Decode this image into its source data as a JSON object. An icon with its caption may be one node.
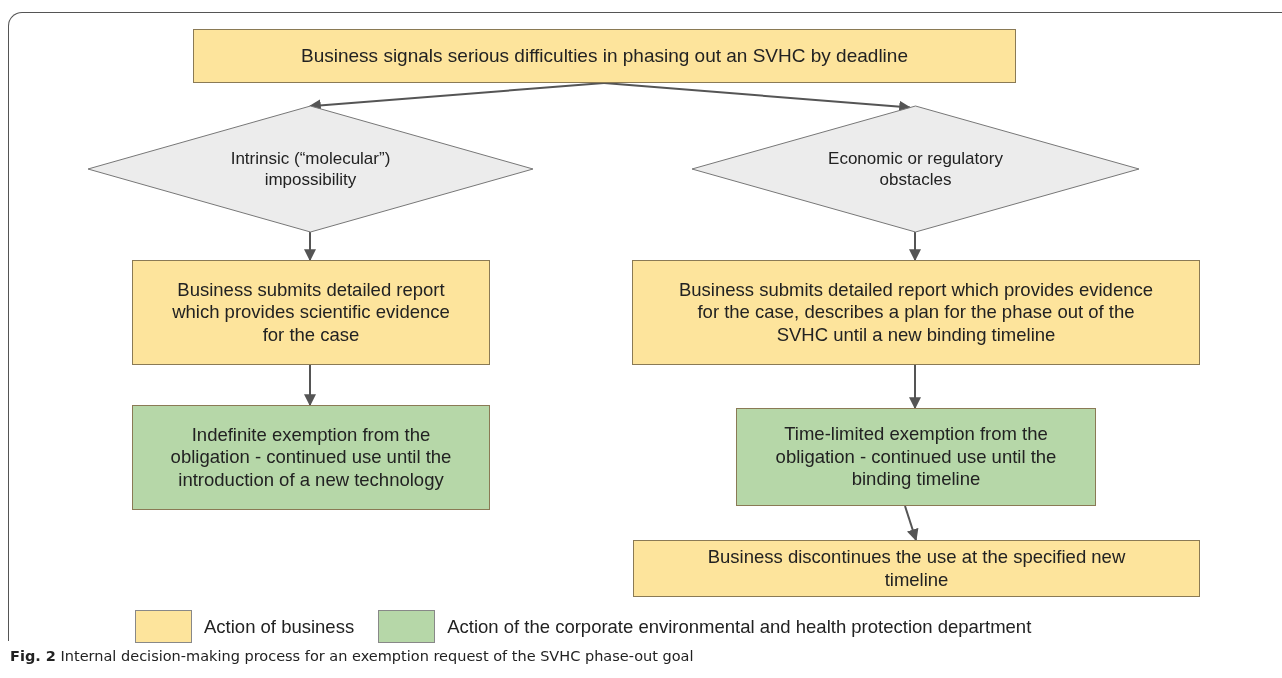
{
  "diagram": {
    "caption": "**Fig. 2** Internal decision-making process for an exemption request of the SVHC phase-out goal",
    "nodes": [
      {
        "text": [
          "Business signals serious difficulties in phasing out an SVHC by deadline"
        ]
      },
      {
        "text": [
          "Intrinsic (“molecular”) impossibility"
        ]
      },
      {
        "text": [
          "Economic or regulatory obstacles"
        ]
      },
      {
        "text": [
          "Business submits detailed report which provides scientific evidence for the case"
        ]
      },
      {
        "text": [
          "Indefinite exemption from the obligation - continued use until the introduction of a new technology"
        ]
      },
      {
        "text": [
          "Business submits detailed report which provides evidence for the case, describes a plan for the phase out of the SVHC until a new binding timeline"
        ]
      },
      {
        "text": [
          "Time-limited exemption from the obligation - continued use until the binding timeline"
        ]
      },
      {
        "text": [
          "Business discontinues the use at the specified new timeline"
        ]
      }
    ],
    "edges": [
      {
        "from": 0,
        "to": 1,
        "arrow": "to"
      },
      {
        "from": 0,
        "to": 2,
        "arrow": "to"
      },
      {
        "from": 1,
        "to": 3,
        "arrow": "to"
      },
      {
        "from": 3,
        "to": 4,
        "arrow": "to"
      },
      {
        "from": 2,
        "to": 5,
        "arrow": "to"
      },
      {
        "from": 5,
        "to": 6,
        "arrow": "to"
      },
      {
        "from": 6,
        "to": 7,
        "arrow": "to"
      }
    ],
    "legend": [
      {
        "text": "Action of business",
        "color": "#fde49c"
      },
      {
        "text": "Action of the corporate environmental and health protection department",
        "color": "#b6d7a8"
      }
    ]
  }
}
